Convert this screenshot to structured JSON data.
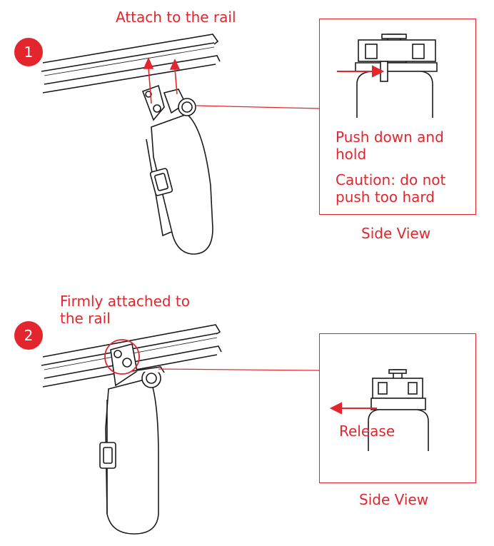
{
  "colors": {
    "accent": "#e3262d",
    "line": "#1a1a1a",
    "background": "#ffffff"
  },
  "step1": {
    "number": "1",
    "title": "Attach to the rail",
    "instruction": "Push down and hold",
    "caution": "Caution: do not push too hard",
    "view_label": "Side View"
  },
  "step2": {
    "number": "2",
    "title": "Firmly attached to the rail",
    "action": "Release",
    "view_label": "Side View"
  }
}
